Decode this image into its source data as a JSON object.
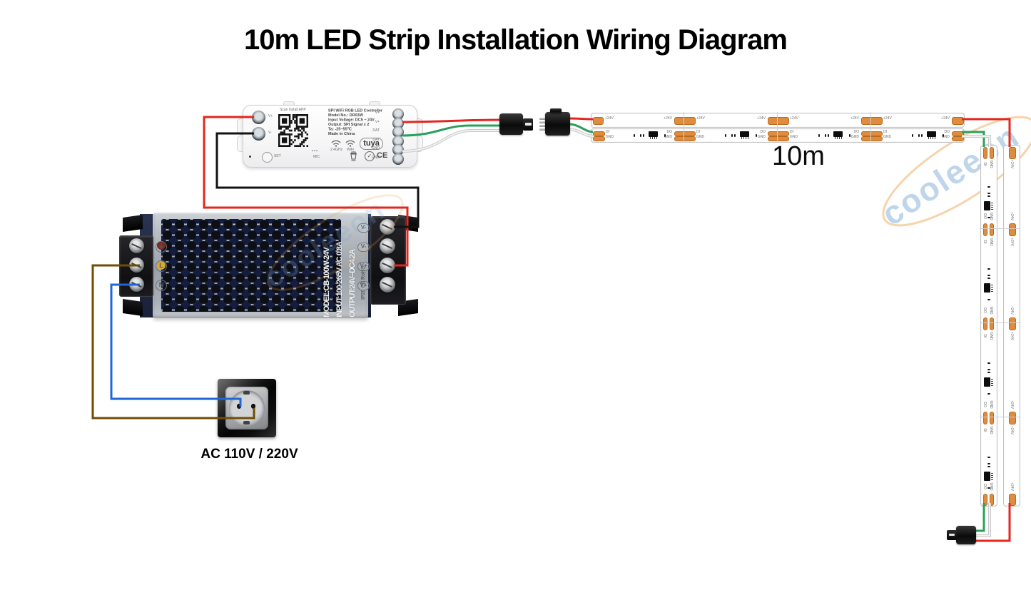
{
  "title": "10m LED Strip Installation Wiring Diagram",
  "watermark": "cooleeon",
  "controller": {
    "scan_label": "Scan install APP",
    "specs": [
      "SPI WiFi RGB LED Controller",
      "Model No.: DR03W",
      "Input Voltage: DC5 ~ 24V",
      "Output: SPI Signal x 2",
      "Ta: -25~55℃",
      "Made in China"
    ],
    "left_terminals": [
      "V+",
      "V-"
    ],
    "right_terminals": [
      "V+",
      "V+",
      "DAT",
      "DAT",
      "GND",
      "GND"
    ],
    "set_label": "SET",
    "mic_label": "MIC",
    "mic_dots": "• • •",
    "wifi_labels": [
      "2.4GHz",
      "WiFi"
    ],
    "tuya_label": "tuya",
    "check_glyph": "✓",
    "ce_label": "CE"
  },
  "psu": {
    "model_lines": [
      "MODEL:CB-100W-24V",
      "INPUT:100-265V AC 0.8A",
      "OUTPUT:24V--DC4.2A"
    ],
    "ac_terminals": [
      "⏚",
      "L",
      "N"
    ],
    "dc_terminals": [
      "V-",
      "V-",
      "V+",
      "V+"
    ],
    "side_print": "IP20 CE RoHS"
  },
  "socket": {
    "label": "AC 110V / 220V"
  },
  "strip": {
    "length_label": "10m",
    "v24": "+24V",
    "di": "DI",
    "dout": "DO",
    "gnd": "GND"
  },
  "colors": {
    "wire_red": "#e4261d",
    "wire_black": "#121212",
    "wire_green": "#2aa05a",
    "wire_white_core": "#f2f2f2",
    "wire_white_edge": "#c9c9c9",
    "wire_blue": "#1e67d4",
    "wire_brown": "#6e4d05",
    "pad_copper": "#df8c3e",
    "watermark_blue": "rgba(128,172,212,0.50)",
    "watermark_orange": "rgba(233,160,70,0.45)"
  }
}
